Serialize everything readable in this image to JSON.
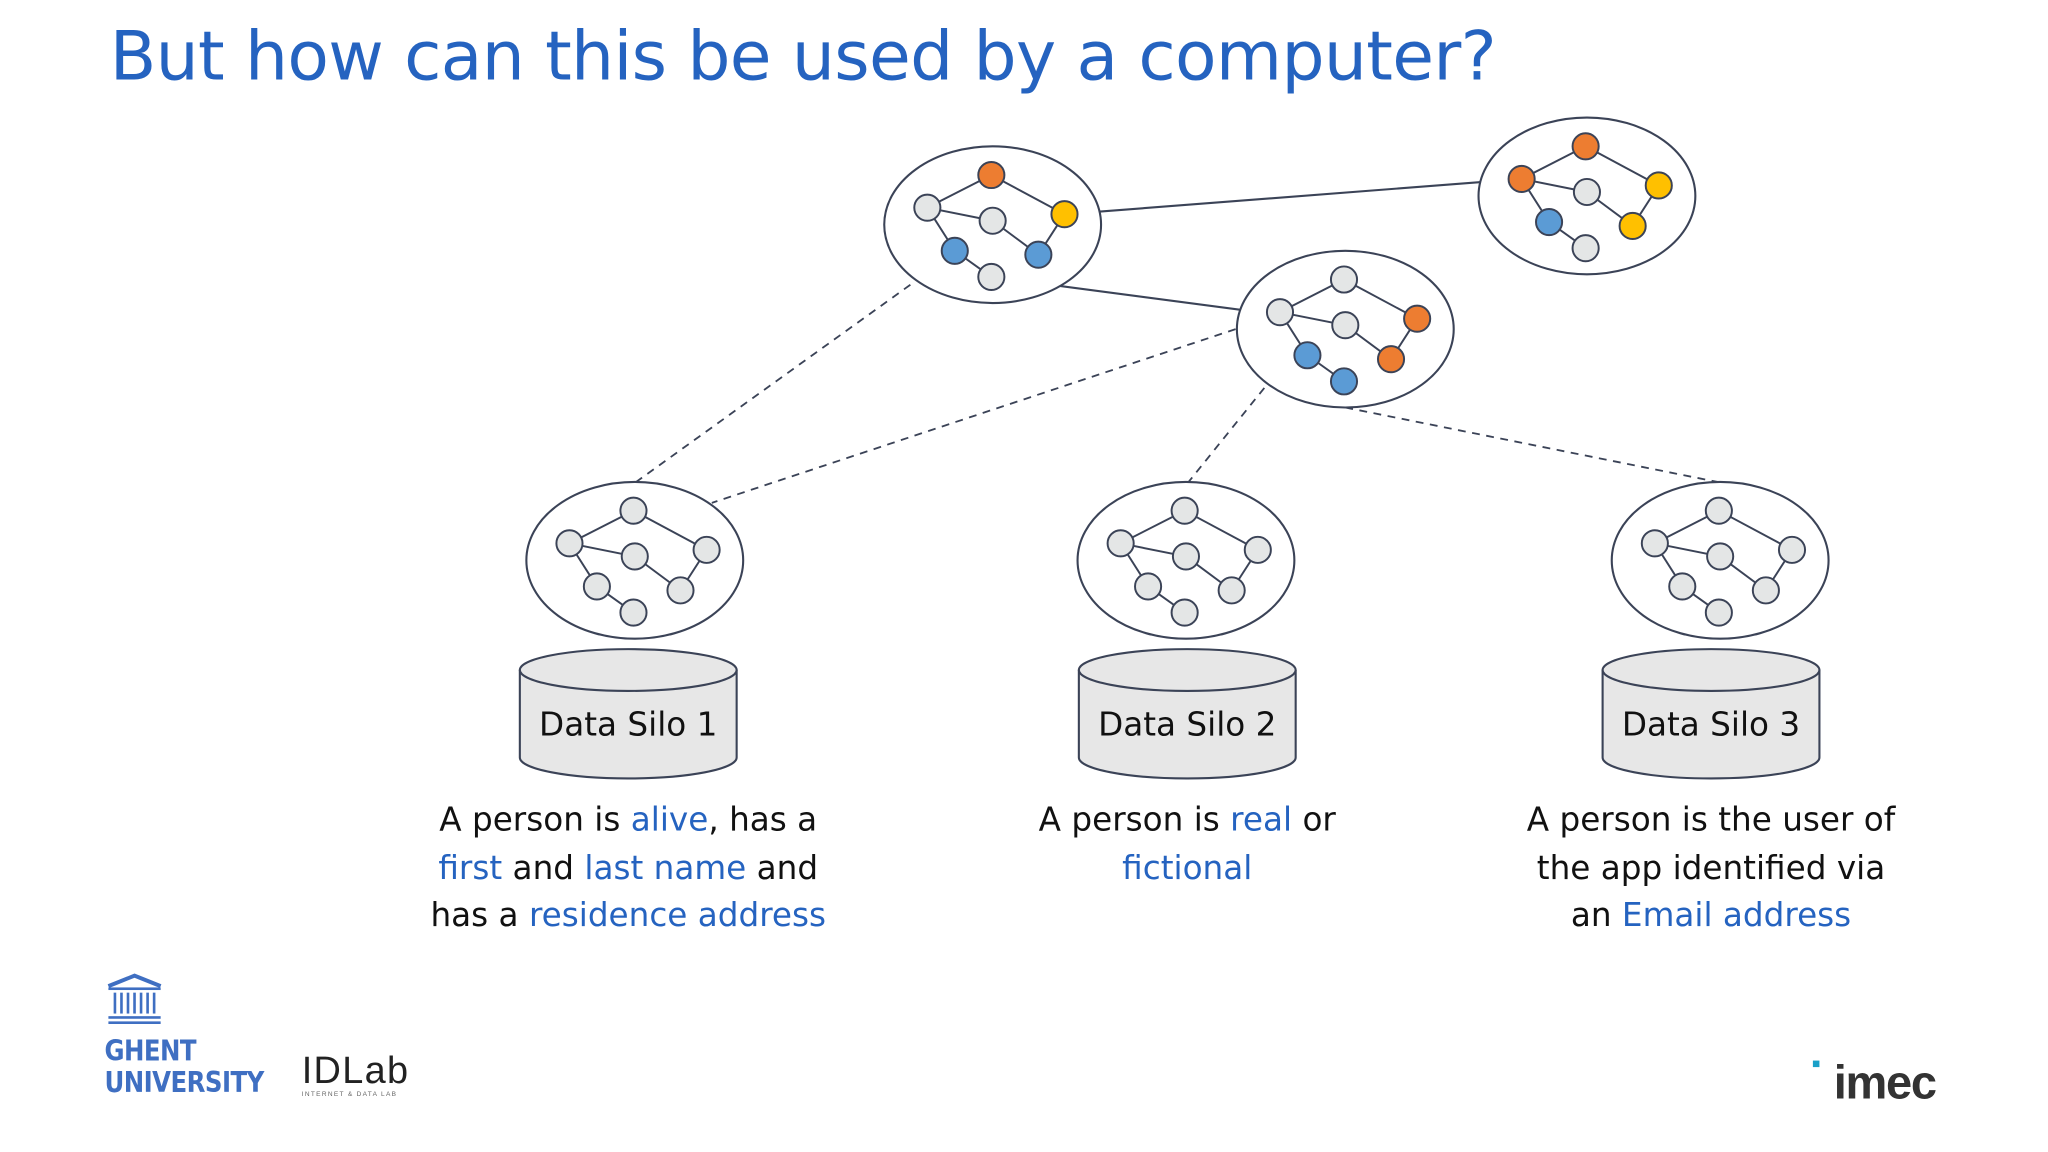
{
  "title": "But how can this be used by a computer?",
  "colors": {
    "accent": "#2563c0",
    "orange": "#ed7d31",
    "yellow": "#ffc000",
    "blue": "#5b9bd5",
    "grey": "#e4e6e6",
    "stroke": "#3b4357"
  },
  "graphs": {
    "top_left": [
      "orange",
      "grey",
      "grey",
      "yellow",
      "blue",
      "blue",
      "grey"
    ],
    "middle": [
      "grey",
      "grey",
      "grey",
      "orange",
      "blue",
      "orange",
      "blue"
    ],
    "top_right": [
      "orange",
      "orange",
      "grey",
      "yellow",
      "blue",
      "yellow",
      "grey"
    ],
    "silo_1": [
      "grey",
      "grey",
      "grey",
      "grey",
      "grey",
      "grey",
      "grey"
    ],
    "silo_2": [
      "grey",
      "grey",
      "grey",
      "grey",
      "grey",
      "grey",
      "grey"
    ],
    "silo_3": [
      "grey",
      "grey",
      "grey",
      "grey",
      "grey",
      "grey",
      "grey"
    ]
  },
  "silos": [
    {
      "label": "Data Silo 1",
      "desc": [
        [
          "A person is ",
          ""
        ],
        [
          "alive",
          "hl"
        ],
        [
          ", has a",
          ""
        ],
        [
          "\n",
          ""
        ],
        [
          "first",
          "hl"
        ],
        [
          " and ",
          ""
        ],
        [
          "last name",
          "hl"
        ],
        [
          " and",
          ""
        ],
        [
          "\n",
          ""
        ],
        [
          "has a ",
          ""
        ],
        [
          "residence address",
          "hl"
        ]
      ]
    },
    {
      "label": "Data Silo 2",
      "desc": [
        [
          "A person is ",
          ""
        ],
        [
          "real",
          "hl"
        ],
        [
          " or",
          ""
        ],
        [
          "\n",
          ""
        ],
        [
          "fictional",
          "hl"
        ]
      ]
    },
    {
      "label": "Data Silo 3",
      "desc": [
        [
          "A person is the user of",
          ""
        ],
        [
          "\n",
          ""
        ],
        [
          "the app identified via",
          ""
        ],
        [
          "\n",
          ""
        ],
        [
          "an ",
          ""
        ],
        [
          "Email address",
          "hl"
        ]
      ]
    }
  ],
  "logos": {
    "ugent_line1": "GHENT",
    "ugent_line2": "UNIVERSITY",
    "idlab": "IDLab",
    "idlab_sub": "INTERNET & DATA LAB",
    "imec": "imec"
  }
}
